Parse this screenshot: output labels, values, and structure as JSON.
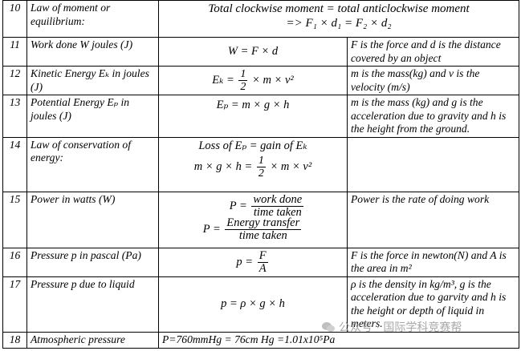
{
  "rows": [
    {
      "num": "10",
      "name": "Law of moment or equilibrium:",
      "formula": [
        "Total clockwise moment = total anticlockwise moment",
        "=> F₁ × d₁ = F₂ × d₂"
      ],
      "notes": ""
    },
    {
      "num": "11",
      "name": "Work done W joules (J)",
      "formula": [
        "W = F × d"
      ],
      "notes": "F is the force and d is the distance covered by an object"
    },
    {
      "num": "12",
      "name": "Kinetic Energy Eₖ in joules (J)",
      "formula_lhs": "Eₖ =",
      "frac_n": "1",
      "frac_d": "2",
      "formula_rhs": "× m × v²",
      "notes": "m is the mass(kg) and v is the velocity (m/s)"
    },
    {
      "num": "13",
      "name": "Potential Energy Eₚ in joules (J)",
      "formula": [
        "Eₚ = m × g × h"
      ],
      "notes": "m is the mass (kg) and g is the acceleration due to gravity and h is the height from the ground."
    },
    {
      "num": "14",
      "name": "Law of conservation of energy:",
      "formula_line1": "Loss of Eₚ = gain of Eₖ",
      "formula_lhs": "m × g × h =",
      "frac_n": "1",
      "frac_d": "2",
      "formula_rhs": "× m × v²",
      "notes": ""
    },
    {
      "num": "15",
      "name": "Power in watts (W)",
      "p1_lhs": "P =",
      "p1_n": "work done",
      "p1_d": "time taken",
      "p2_lhs": "P =",
      "p2_n": "Energy transfer",
      "p2_d": "time taken",
      "notes": "Power is the rate of doing work"
    },
    {
      "num": "16",
      "name": "Pressure p in pascal (Pa)",
      "formula_lhs": "p =",
      "frac_n": "F",
      "frac_d": "A",
      "notes": "F is the force in newton(N) and A is the area in m²"
    },
    {
      "num": "17",
      "name": "Pressure p due to liquid",
      "formula": [
        "p = ρ × g × h"
      ],
      "notes": "ρ is the density in kg/m³, g is the acceleration due to garvity and h is the height or depth of liquid in meters."
    },
    {
      "num": "18",
      "name": "Atmospheric pressure",
      "formula": [
        "P=760mmHg = 76cm Hg =1.01x10⁵Pa"
      ],
      "notes": ""
    }
  ],
  "watermark": "公众号 · 国际学科竞赛帮"
}
